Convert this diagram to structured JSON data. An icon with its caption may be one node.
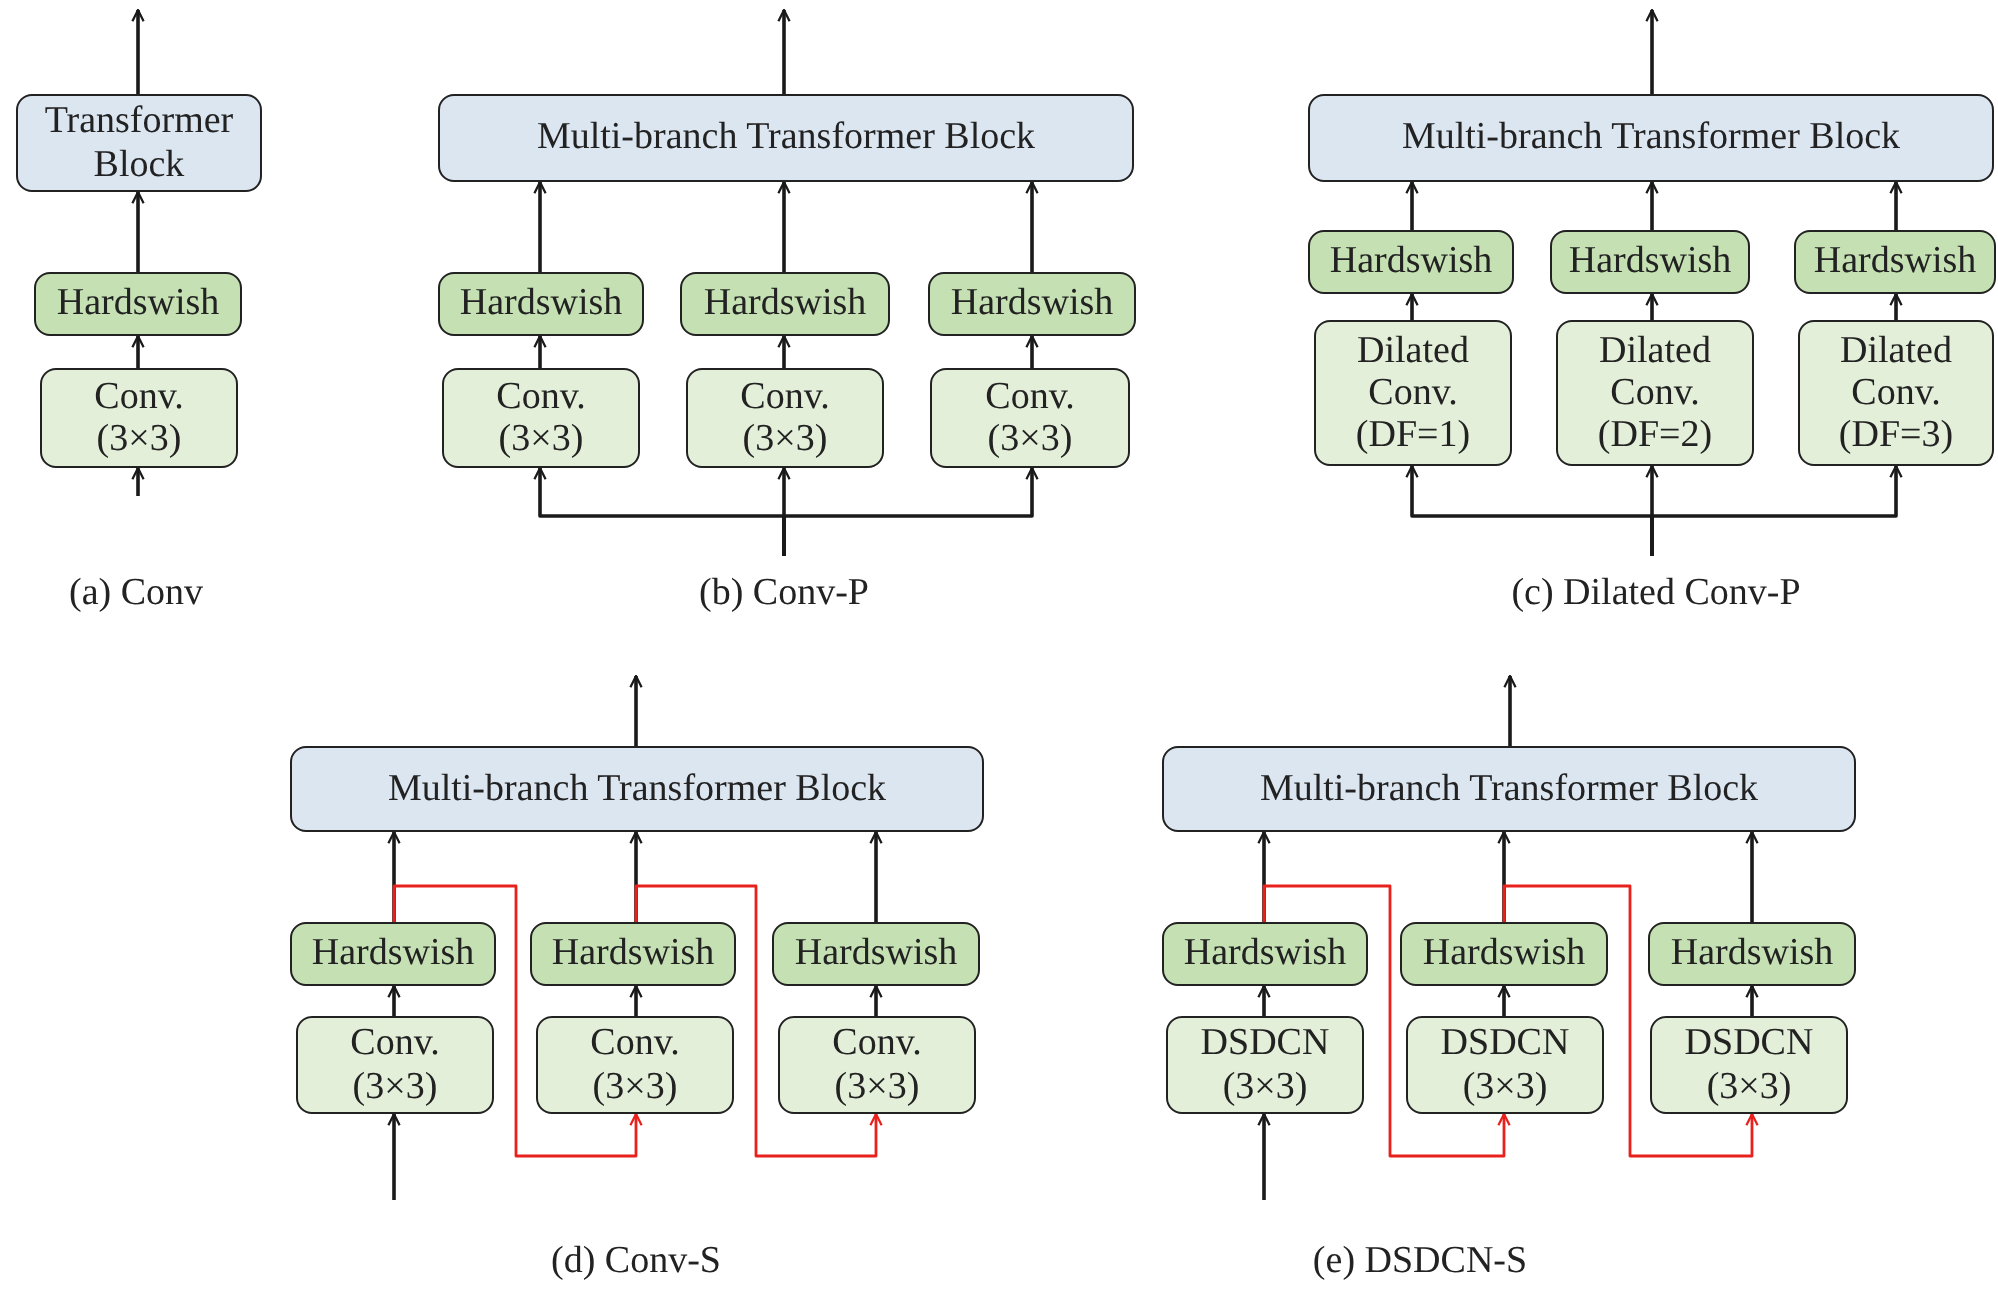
{
  "diagram": {
    "nodes": [
      {
        "text": [
          "Transformer Block"
        ]
      },
      {
        "text": [
          "Hardswish"
        ]
      },
      {
        "text": [
          "Conv. (3×3)"
        ]
      },
      {
        "text": [
          "Multi-branch Transformer Block"
        ]
      },
      {
        "text": [
          "Hardswish"
        ]
      },
      {
        "text": [
          "Hardswish"
        ]
      },
      {
        "text": [
          "Hardswish"
        ]
      },
      {
        "text": [
          "Conv. (3×3)"
        ]
      },
      {
        "text": [
          "Conv. (3×3)"
        ]
      },
      {
        "text": [
          "Conv. (3×3)"
        ]
      },
      {
        "text": [
          "Multi-branch Transformer Block"
        ]
      },
      {
        "text": [
          "Hardswish"
        ]
      },
      {
        "text": [
          "Hardswish"
        ]
      },
      {
        "text": [
          "Hardswish"
        ]
      },
      {
        "text": [
          "Dilated Conv. (DF=1)"
        ]
      },
      {
        "text": [
          "Dilated Conv. (DF=2)"
        ]
      },
      {
        "text": [
          "Dilated Conv. (DF=3)"
        ]
      },
      {
        "text": [
          "Multi-branch Transformer Block"
        ]
      },
      {
        "text": [
          "Hardswish"
        ]
      },
      {
        "text": [
          "Hardswish"
        ]
      },
      {
        "text": [
          "Hardswish"
        ]
      },
      {
        "text": [
          "Conv. (3×3)"
        ]
      },
      {
        "text": [
          "Conv. (3×3)"
        ]
      },
      {
        "text": [
          "Conv. (3×3)"
        ]
      },
      {
        "text": [
          "Multi-branch Transformer Block"
        ]
      },
      {
        "text": [
          "Hardswish"
        ]
      },
      {
        "text": [
          "Hardswish"
        ]
      },
      {
        "text": [
          "Hardswish"
        ]
      },
      {
        "text": [
          "DSDCN (3×3)"
        ]
      },
      {
        "text": [
          "DSDCN (3×3)"
        ]
      },
      {
        "text": [
          "DSDCN (3×3)"
        ]
      }
    ],
    "edges": [
      {
        "from": 0,
        "to": null,
        "arrow": "to"
      },
      {
        "from": 1,
        "to": 0,
        "arrow": "to"
      },
      {
        "from": 2,
        "to": 1,
        "arrow": "to"
      },
      {
        "from": null,
        "to": 2,
        "arrow": "to"
      },
      {
        "from": 3,
        "to": null,
        "arrow": "to"
      },
      {
        "from": 4,
        "to": 3,
        "arrow": "to"
      },
      {
        "from": 5,
        "to": 3,
        "arrow": "to"
      },
      {
        "from": 6,
        "to": 3,
        "arrow": "to"
      },
      {
        "from": 7,
        "to": 4,
        "arrow": "to"
      },
      {
        "from": 8,
        "to": 5,
        "arrow": "to"
      },
      {
        "from": 9,
        "to": 6,
        "arrow": "to"
      },
      {
        "from": null,
        "to": 7,
        "arrow": "to"
      },
      {
        "from": null,
        "to": 8,
        "arrow": "to"
      },
      {
        "from": null,
        "to": 9,
        "arrow": "to"
      },
      {
        "from": 10,
        "to": null,
        "arrow": "to"
      },
      {
        "from": 11,
        "to": 10,
        "arrow": "to"
      },
      {
        "from": 12,
        "to": 10,
        "arrow": "to"
      },
      {
        "from": 13,
        "to": 10,
        "arrow": "to"
      },
      {
        "from": 14,
        "to": 11,
        "arrow": "to"
      },
      {
        "from": 15,
        "to": 12,
        "arrow": "to"
      },
      {
        "from": 16,
        "to": 13,
        "arrow": "to"
      },
      {
        "from": null,
        "to": 14,
        "arrow": "to"
      },
      {
        "from": null,
        "to": 15,
        "arrow": "to"
      },
      {
        "from": null,
        "to": 16,
        "arrow": "to"
      },
      {
        "from": 17,
        "to": null,
        "arrow": "to"
      },
      {
        "from": 18,
        "to": 17,
        "arrow": "to"
      },
      {
        "from": 19,
        "to": 17,
        "arrow": "to"
      },
      {
        "from": 20,
        "to": 17,
        "arrow": "to"
      },
      {
        "from": 21,
        "to": 18,
        "arrow": "to"
      },
      {
        "from": 22,
        "to": 19,
        "arrow": "to"
      },
      {
        "from": 23,
        "to": 20,
        "arrow": "to"
      },
      {
        "from": null,
        "to": 21,
        "arrow": "to"
      },
      {
        "from": 18,
        "to": 22,
        "arrow": "to",
        "color": "#e8211d"
      },
      {
        "from": 19,
        "to": 23,
        "arrow": "to",
        "color": "#e8211d"
      },
      {
        "from": 24,
        "to": null,
        "arrow": "to"
      },
      {
        "from": 25,
        "to": 24,
        "arrow": "to"
      },
      {
        "from": 26,
        "to": 24,
        "arrow": "to"
      },
      {
        "from": 27,
        "to": 24,
        "arrow": "to"
      },
      {
        "from": 28,
        "to": 25,
        "arrow": "to"
      },
      {
        "from": 29,
        "to": 26,
        "arrow": "to"
      },
      {
        "from": 30,
        "to": 27,
        "arrow": "to"
      },
      {
        "from": null,
        "to": 28,
        "arrow": "to"
      },
      {
        "from": 25,
        "to": 29,
        "arrow": "to",
        "color": "#e8211d"
      },
      {
        "from": 26,
        "to": 30,
        "arrow": "to",
        "color": "#e8211d"
      }
    ],
    "labels": [
      "(a) Conv",
      "(b) Conv-P",
      "(c) Dilated Conv-P",
      "(d) Conv-S",
      "(e) DSDCN-S"
    ]
  }
}
